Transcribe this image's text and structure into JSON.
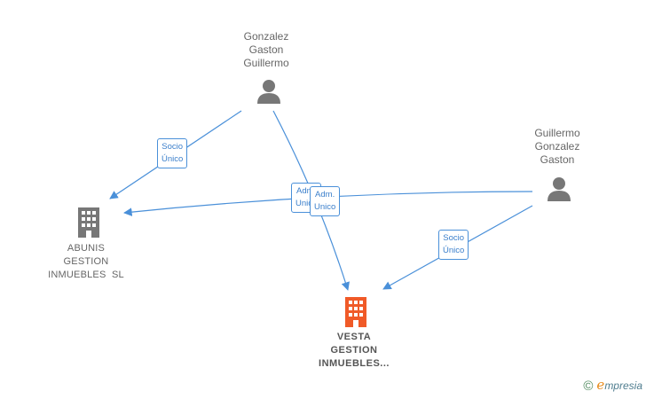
{
  "persons": [
    {
      "id": "p1",
      "lines": [
        "Gonzalez",
        "Gaston",
        "Guillermo"
      ]
    },
    {
      "id": "p2",
      "lines": [
        "Guillermo",
        "Gonzalez",
        "Gaston"
      ]
    }
  ],
  "companies": [
    {
      "id": "c1",
      "lines": [
        "ABUNIS",
        "GESTION",
        "INMUEBLES  SL"
      ],
      "color": "#777777"
    },
    {
      "id": "c2",
      "lines": [
        "VESTA",
        "GESTION",
        "INMUEBLES..."
      ],
      "color": "#f05a28"
    }
  ],
  "edges": [
    {
      "from": "p1",
      "to": "c1",
      "label": [
        "Socio",
        "Único"
      ]
    },
    {
      "from": "p1",
      "to": "c2",
      "label": [
        "Adm.",
        "Unico"
      ]
    },
    {
      "from": "p2",
      "to": "c1",
      "label": [
        "Adm.",
        "Unico"
      ]
    },
    {
      "from": "p2",
      "to": "c2",
      "label": [
        "Socio",
        "Único"
      ]
    }
  ],
  "colors": {
    "edge": "#4a90d9",
    "person_icon": "#777777"
  },
  "brand": {
    "copyright": "©",
    "first_letter": "e",
    "rest": "mpresia"
  }
}
